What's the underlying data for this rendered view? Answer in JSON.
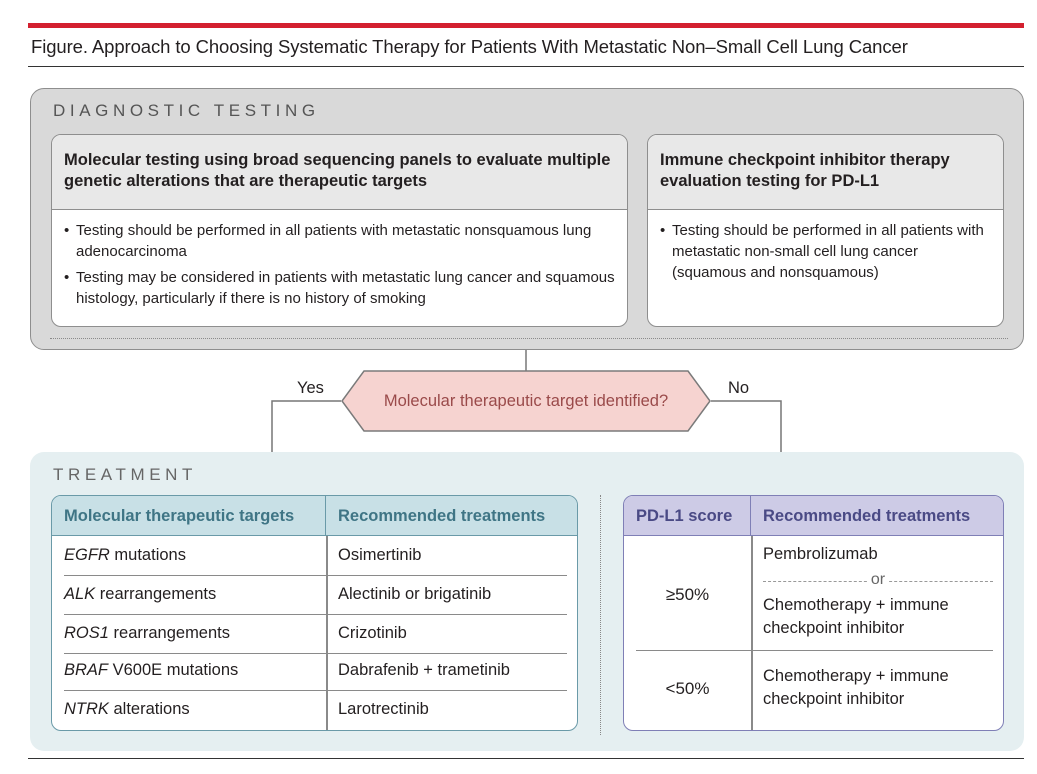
{
  "figure": {
    "title": "Figure. Approach to Choosing Systematic Therapy for Patients With Metastatic Non–Small Cell Lung Cancer"
  },
  "diagnostic": {
    "section_label": "DIAGNOSTIC TESTING",
    "molecular_card": {
      "heading": "Molecular testing using broad sequencing panels to evaluate multiple genetic alterations that are therapeutic targets",
      "bullets": [
        "Testing should be performed in all patients with metastatic nonsquamous lung adenocarcinoma",
        "Testing may be considered in patients with metastatic lung cancer and squamous histology, particularly if there is no history of smoking"
      ]
    },
    "immune_card": {
      "heading": "Immune checkpoint inhibitor therapy evaluation testing for PD-L1",
      "bullets": [
        "Testing should be performed in all patients with metastatic non-small cell lung cancer (squamous and nonsquamous)"
      ]
    }
  },
  "decision": {
    "question": "Molecular therapeutic target identified?",
    "yes_label": "Yes",
    "no_label": "No"
  },
  "treatment": {
    "section_label": "TREATMENT",
    "molecular_table": {
      "headers": [
        "Molecular therapeutic targets",
        "Recommended treatments"
      ],
      "rows": [
        {
          "gene": "EGFR",
          "target_rest": " mutations",
          "treatment": "Osimertinib"
        },
        {
          "gene": "ALK",
          "target_rest": " rearrangements",
          "treatment": "Alectinib or brigatinib"
        },
        {
          "gene": "ROS1",
          "target_rest": " rearrangements",
          "treatment": "Crizotinib"
        },
        {
          "gene": "BRAF",
          "target_rest": " V600E mutations",
          "treatment": "Dabrafenib + trametinib"
        },
        {
          "gene": "NTRK",
          "target_rest": " alterations",
          "treatment": "Larotrectinib"
        }
      ]
    },
    "pdl1_table": {
      "headers": [
        "PD-L1 score",
        "Recommended treatments"
      ],
      "high": {
        "score": "≥50%",
        "option_1": "Pembrolizumab",
        "or_label": "or",
        "option_2": "Chemotherapy + immune checkpoint inhibitor"
      },
      "low": {
        "score": "<50%",
        "treatment": "Chemotherapy + immune checkpoint inhibitor"
      }
    }
  },
  "colors": {
    "top_rule": "#d3202f",
    "diagnostic_panel": "#d9d9d9",
    "treatment_panel": "#e5eff1",
    "decision_fill": "#f6d3d0",
    "molecular_header": "#c8e0e6",
    "pdl1_header": "#cdcbe6"
  }
}
